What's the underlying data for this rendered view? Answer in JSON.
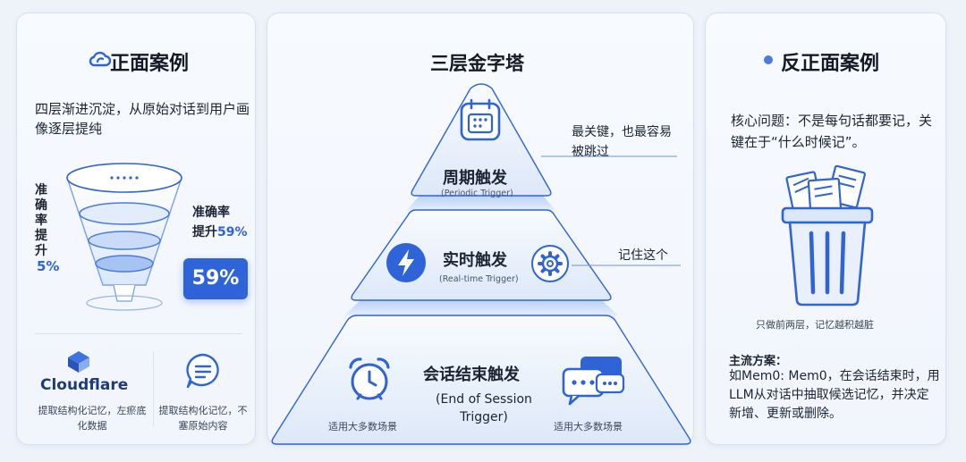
{
  "left": {
    "title": "正面案例",
    "description": "四层渐进沉淀，从原始对话到用户画像逐层提纯",
    "vertical_label": "准确率提升",
    "vertical_pct": "5%",
    "accuracy_label": "准确率",
    "accuracy_prefix": "提升",
    "accuracy_value": "59%",
    "badge_value": "59%",
    "brand_name": "Cloudflare",
    "brand_caption": "提取结构化记忆，左瘀底化数据",
    "chat_caption": "提取结构化记忆，不塞原始内容"
  },
  "center": {
    "title": "三层金字塔",
    "tiers": [
      {
        "name": "周期触发",
        "english": "(Periodic Trigger)"
      },
      {
        "name": "实时触发",
        "english": "(Real-time Trigger)"
      },
      {
        "name": "会话结束触发",
        "english": "(End of Session Trigger)"
      }
    ],
    "note_top": "最关键，也最容易被跳过",
    "note_mid": "记住这个",
    "bottom_caption_left": "适用大多数场景",
    "bottom_caption_right": "适用大多数场景"
  },
  "right": {
    "title": "反正面案例",
    "description": "核心问题：不是每句话都要记，关键在于“什么时候记”。",
    "trash_caption": "只做前两层，记忆越积越脏",
    "scheme_label": "主流方案：",
    "scheme_body": "如Mem0: Mem0，在会话结束时，用LLM从对话中抽取候选记忆，并决定新增、更新或删除。"
  },
  "colors": {
    "accent": "#2f63d8",
    "pyramid_fill": "#e9f0fb",
    "pyramid_stroke": "#2f63d8",
    "text": "#1c2433"
  },
  "icons": {
    "left_title": "cloud-icon",
    "right_title": "dot-icon",
    "funnel": "funnel-icon",
    "brand": "cloudflare-logo-icon",
    "chat": "chat-bubble-icon",
    "tier1": "calendar-icon",
    "tier2_left": "lightning-icon",
    "tier2_right": "gear-icon",
    "tier3_left": "alarm-clock-icon",
    "tier3_right": "chat-bubbles-icon",
    "trash": "trash-can-icon"
  }
}
